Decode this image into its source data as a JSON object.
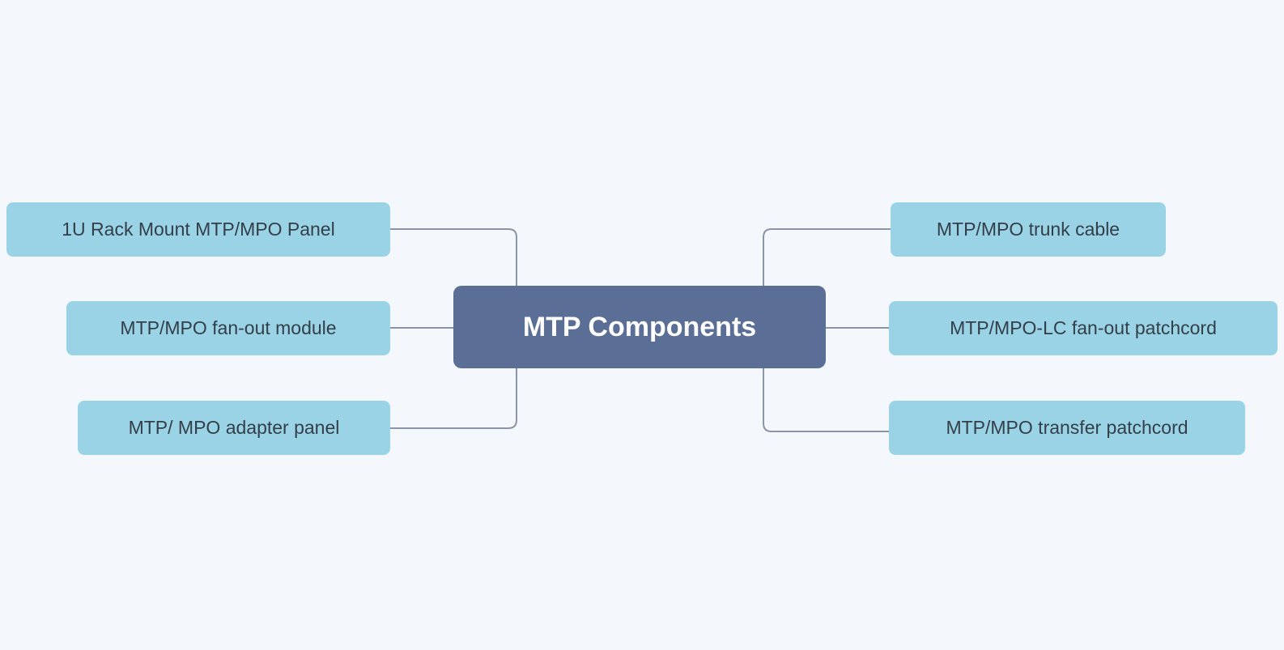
{
  "diagram": {
    "type": "mind-map",
    "title": "MTP Components",
    "background_color": "#f4f8fd",
    "root": {
      "label": "MTP Components",
      "fill_color": "#5a6e96",
      "text_color": "#ffffff"
    },
    "branch_style": {
      "fill_color": "#9bd3e6",
      "text_color": "#333f48",
      "connector_color": "#8a95a5"
    },
    "left_branch": [
      {
        "label": "1U Rack Mount MTP/MPO Panel"
      },
      {
        "label": "MTP/MPO fan-out module"
      },
      {
        "label": "MTP/ MPO adapter panel"
      }
    ],
    "right_branch": [
      {
        "label": "MTP/MPO trunk cable"
      },
      {
        "label": "MTP/MPO-LC fan-out patchcord"
      },
      {
        "label": "MTP/MPO transfer patchcord"
      }
    ]
  }
}
